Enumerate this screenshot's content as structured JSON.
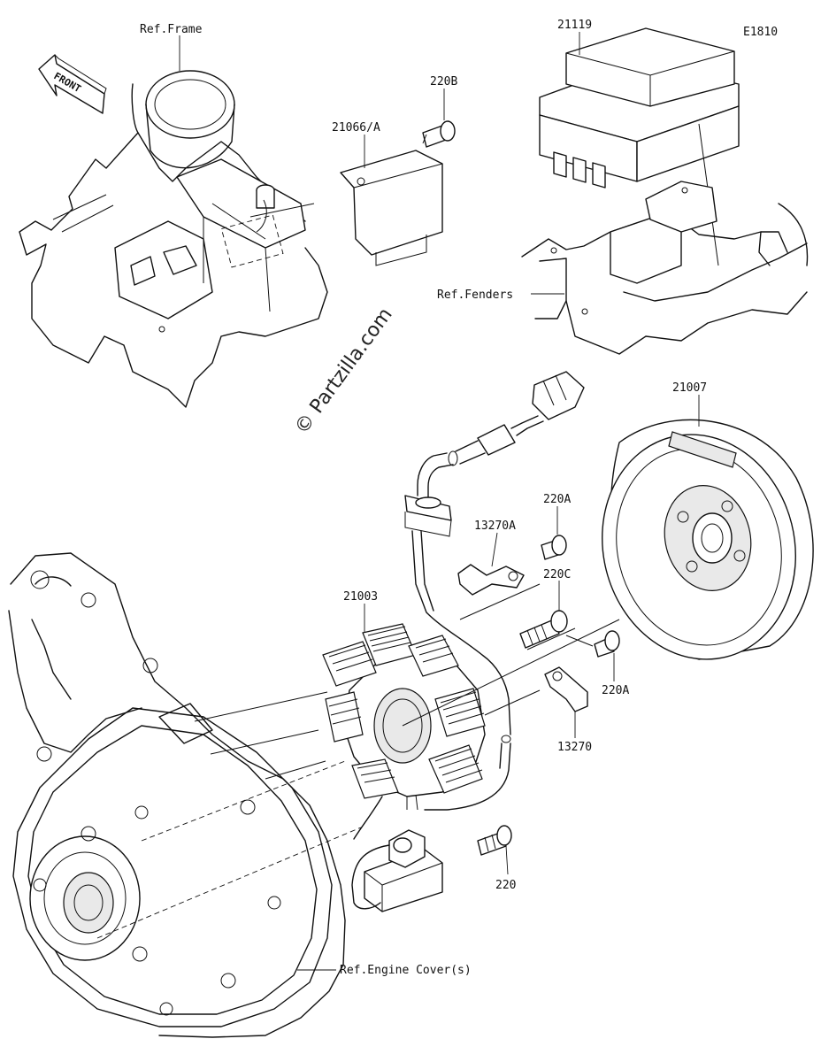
{
  "diagram_code": "E1810",
  "watermark": "© Partzilla.com",
  "front_label": "FRONT",
  "labels": {
    "ref_frame": "Ref.Frame",
    "p21066a": "21066/A",
    "p220b": "220B",
    "p21119": "21119",
    "ref_fenders": "Ref.Fenders",
    "p21007": "21007",
    "p220a_top": "220A",
    "p13270a": "13270A",
    "p220c": "220C",
    "p21003": "21003",
    "p220a_bottom": "220A",
    "p13270": "13270",
    "p220": "220",
    "ref_engine_cover": "Ref.Engine Cover(s)"
  }
}
